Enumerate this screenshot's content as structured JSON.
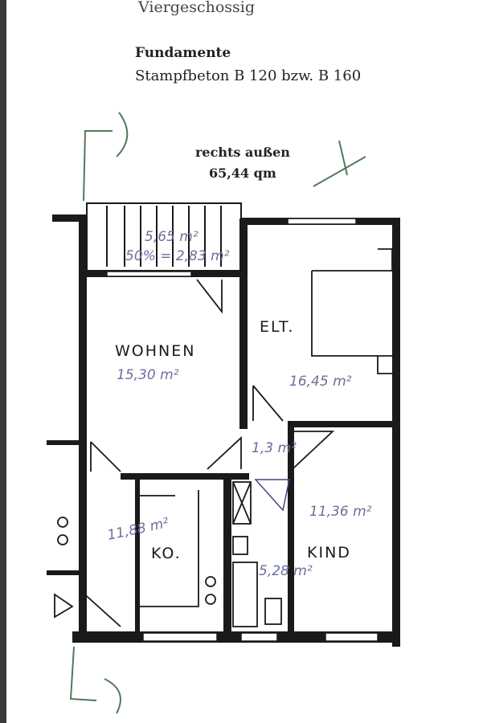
{
  "header": {
    "storeys": "Viergeschossig",
    "foundation_title": "Fundamente",
    "foundation_text": "Stampfbeton B 120 bzw. B 160",
    "position": "rechts außen",
    "total_area": "65,44 qm"
  },
  "rooms": {
    "balcony_area": "5,65 m²",
    "balcony_counted": "50% = 2,83 m²",
    "living_label": "WOHNEN",
    "living_area": "15,30 m²",
    "parents_label": "ELT.",
    "parents_area": "16,45 m²",
    "hall_area": "1,3 m²",
    "child_label": "KIND",
    "child_area": "11,36 m²",
    "kitchen_label": "KO.",
    "kitchen_area": "11,88 m²",
    "bath_area": "5,28 m²"
  },
  "colors": {
    "wall": "#1a1a1a",
    "handwriting": "#6b6f9c",
    "pencil": "#4f7a5a"
  }
}
